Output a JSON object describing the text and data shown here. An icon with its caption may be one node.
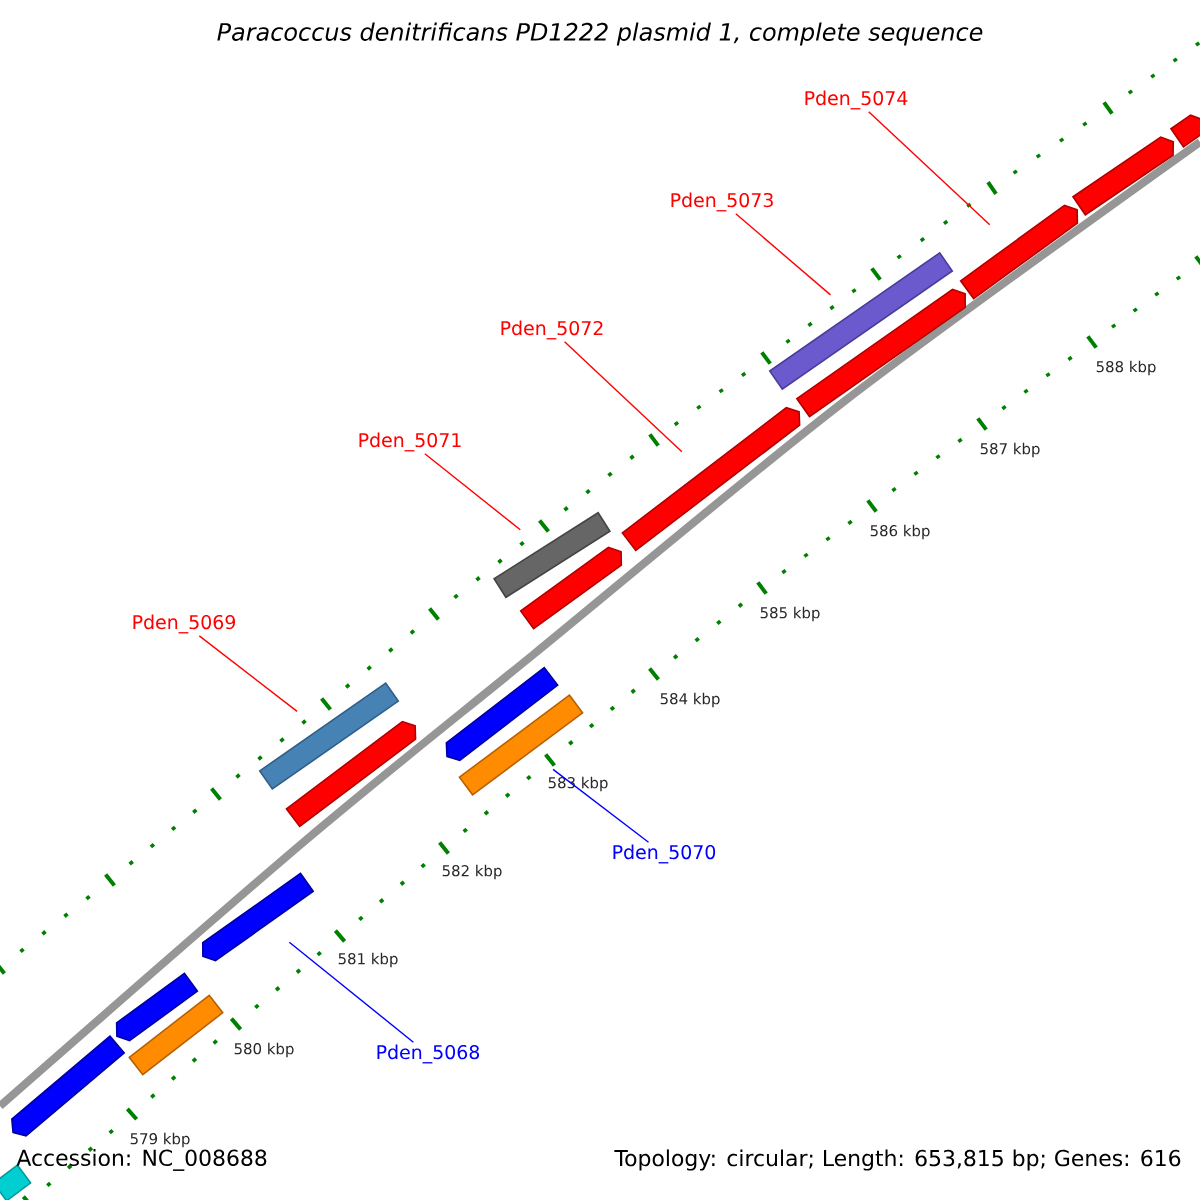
{
  "diagram": {
    "title": "*Paracoccus denitrificans PD1222 plasmid 1, complete sequence*",
    "nodes": [
      {
        "text": [
          "Pden_5074"
        ]
      },
      {
        "text": [
          "Pden_5073"
        ]
      },
      {
        "text": [
          "Pden_5072"
        ]
      },
      {
        "text": [
          "Pden_5071"
        ]
      },
      {
        "text": [
          "Pden_5069"
        ]
      },
      {
        "text": [
          "Pden_5070"
        ]
      },
      {
        "text": [
          "Pden_5068"
        ]
      },
      {
        "text": [],
        "shape": "bar"
      },
      {
        "text": [],
        "shape": "arrow"
      },
      {
        "text": [],
        "shape": "bar"
      },
      {
        "text": [],
        "shape": "arrow"
      },
      {
        "text": [],
        "shape": "arrow"
      },
      {
        "text": [],
        "shape": "bar"
      },
      {
        "text": [],
        "shape": "arrow"
      },
      {
        "text": [],
        "shape": "arrow"
      },
      {
        "text": [],
        "shape": "arrow"
      },
      {
        "text": [],
        "shape": "arrow"
      },
      {
        "text": [],
        "shape": "arrow"
      },
      {
        "text": [],
        "shape": "bar"
      },
      {
        "text": [],
        "shape": "arrow"
      },
      {
        "text": [],
        "shape": "arrow"
      },
      {
        "text": [],
        "shape": "bar"
      },
      {
        "text": [],
        "shape": "arrow"
      },
      {
        "text": [],
        "shape": "bar"
      }
    ],
    "edges": [
      {
        "from": 0,
        "to": 14,
        "arrow": "none"
      },
      {
        "from": 1,
        "to": 12,
        "arrow": "none"
      },
      {
        "from": 2,
        "to": 11,
        "arrow": "none"
      },
      {
        "from": 3,
        "to": 9,
        "arrow": "none"
      },
      {
        "from": 4,
        "to": 7,
        "arrow": "none"
      },
      {
        "from": 5,
        "to": 18,
        "arrow": "none",
        "color": "#0000ff"
      },
      {
        "from": 6,
        "to": 19,
        "arrow": "none",
        "color": "#0000ff"
      }
    ],
    "labels": [
      "579 kbp",
      "580 kbp",
      "581 kbp",
      "582 kbp",
      "583 kbp",
      "584 kbp",
      "585 kbp",
      "586 kbp",
      "587 kbp",
      "588 kbp",
      "Accession: NC_008688",
      "Topology: circular; Length: 653,815 bp; Genes: 616"
    ]
  }
}
